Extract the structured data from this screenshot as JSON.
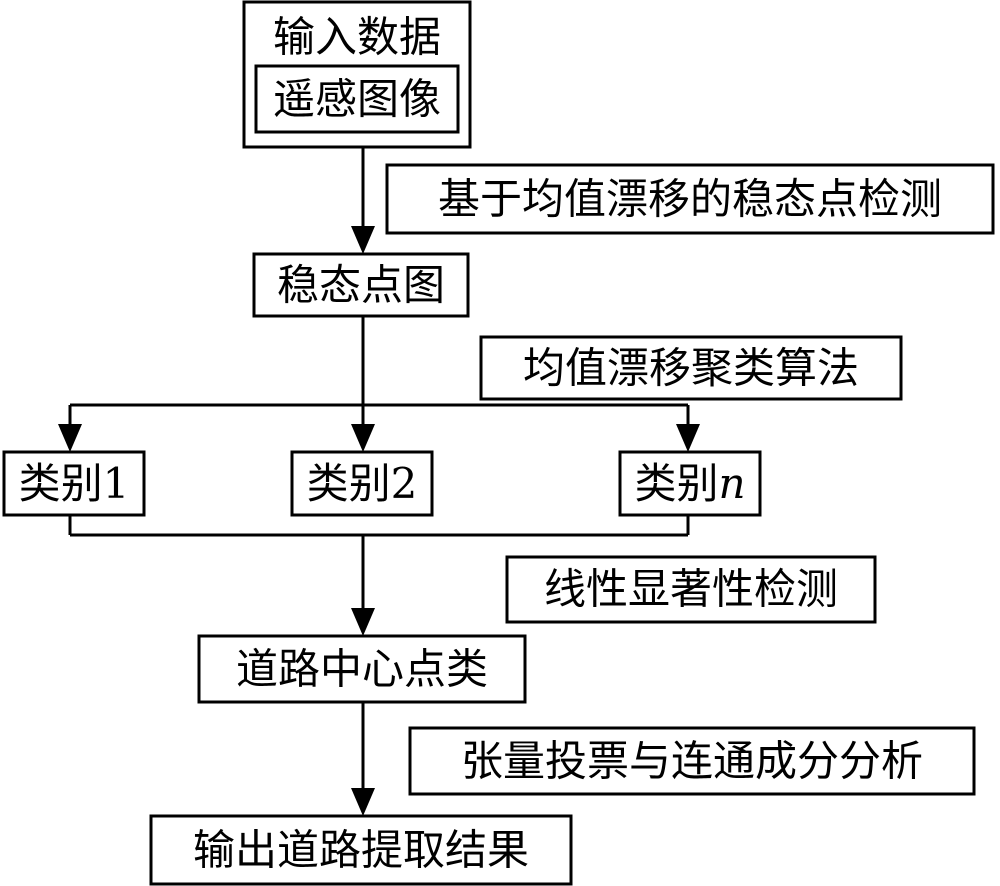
{
  "nodes": {
    "input": {
      "title": "输入数据",
      "inner": "遥感图像"
    },
    "stable_map": "稳态点图",
    "class_1": {
      "text": "类别",
      "suffix": "1"
    },
    "class_2": {
      "text": "类别",
      "suffix": "2"
    },
    "class_n": {
      "text": "类别",
      "suffix": "n"
    },
    "road_center": "道路中心点类",
    "output": "输出道路提取结果"
  },
  "steps": {
    "mean_shift_detection": "基于均值漂移的稳态点检测",
    "mean_shift_clustering": "均值漂移聚类算法",
    "linear_saliency": "线性显著性检测",
    "tensor_voting": "张量投票与连通成分分析"
  }
}
